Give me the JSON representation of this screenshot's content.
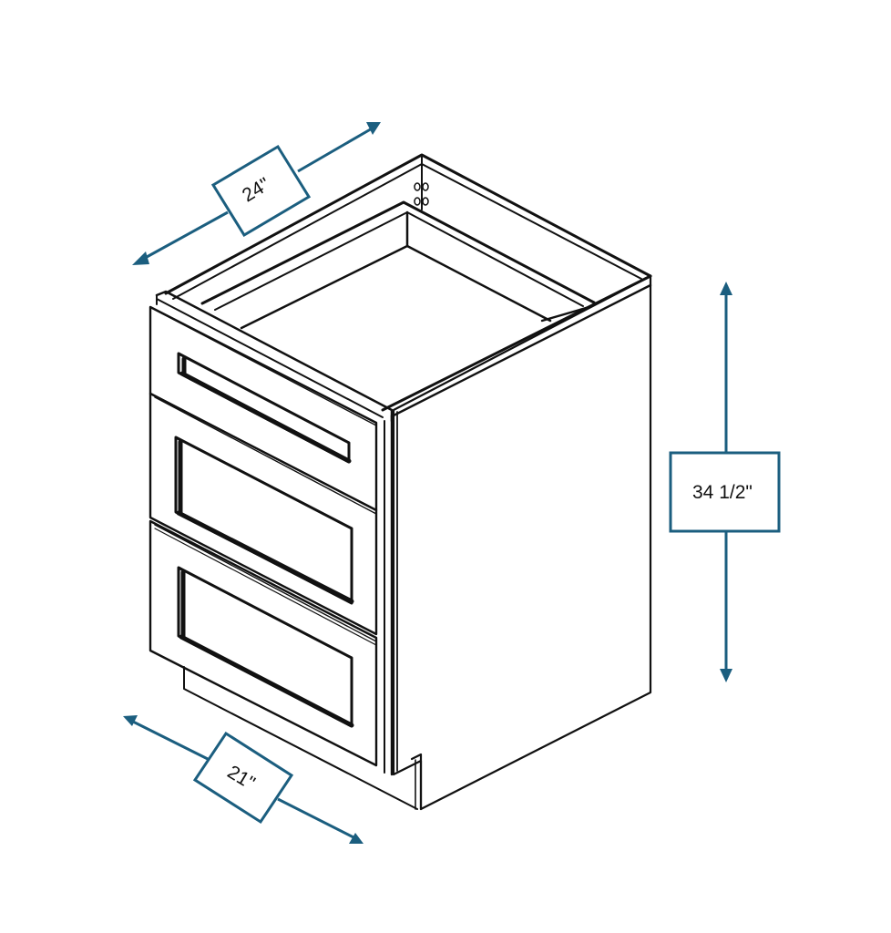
{
  "diagram": {
    "title": "Base cabinet with three drawers",
    "subject": "3-drawer base cabinet",
    "drawer_count": 3,
    "dimensions": {
      "width": {
        "label": "24\"",
        "value_in": 24,
        "axis": "width"
      },
      "depth": {
        "label": "21\"",
        "value_in": 21,
        "axis": "depth"
      },
      "height": {
        "label": "34 1/2\"",
        "value_in": 34.5,
        "axis": "height"
      }
    },
    "colors": {
      "dimension_lines": "#1b5e7f",
      "line_art": "#111111",
      "background": "#ffffff"
    }
  }
}
